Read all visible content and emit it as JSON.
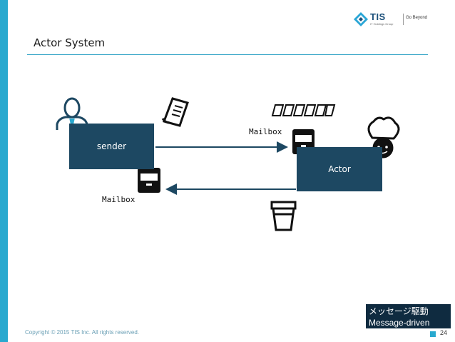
{
  "header": {
    "title": "Actor System",
    "logo_text": "TIS",
    "logo_subtext": "IT Holdings Group",
    "logo_tagline": "Go Beyond"
  },
  "diagram": {
    "sender_label": "sender",
    "actor_label": "Actor",
    "mailbox_actor_label": "Mailbox",
    "mailbox_sender_label": "Mailbox"
  },
  "badge": {
    "line1": "メッセージ駆動",
    "line2": "Message-driven"
  },
  "footer": {
    "copyright": "Copyright © 2015 TIS Inc. All rights reserved.",
    "page_number": "24"
  },
  "icons": {
    "person": "person-with-tie-icon",
    "document": "document-icon",
    "documents_stack": "documents-stack-icon",
    "inbox_actor": "inbox-tray-icon",
    "inbox_sender": "inbox-tray-icon",
    "chef": "chef-icon",
    "cup": "cup-icon"
  },
  "colors": {
    "accent": "#29a9cf",
    "box": "#1d4862",
    "badge": "#0f2b40"
  }
}
